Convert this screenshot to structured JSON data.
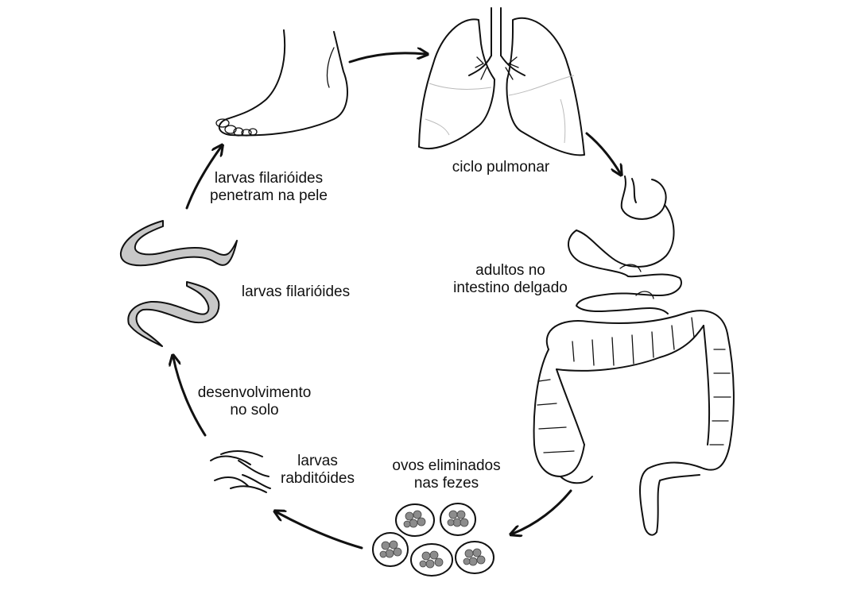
{
  "labels": {
    "skin": [
      "larvas filarióides",
      "penetram na pele"
    ],
    "lung": [
      "ciclo pulmonar"
    ],
    "adult": [
      "adultos no",
      "intestino delgado"
    ],
    "filariform": [
      "larvas filarióides"
    ],
    "soil": [
      "desenvolvimento",
      "no solo"
    ],
    "rhabditiform": [
      "larvas",
      "rabditóides"
    ],
    "eggs": [
      "ovos eliminados",
      "nas fezes"
    ]
  }
}
